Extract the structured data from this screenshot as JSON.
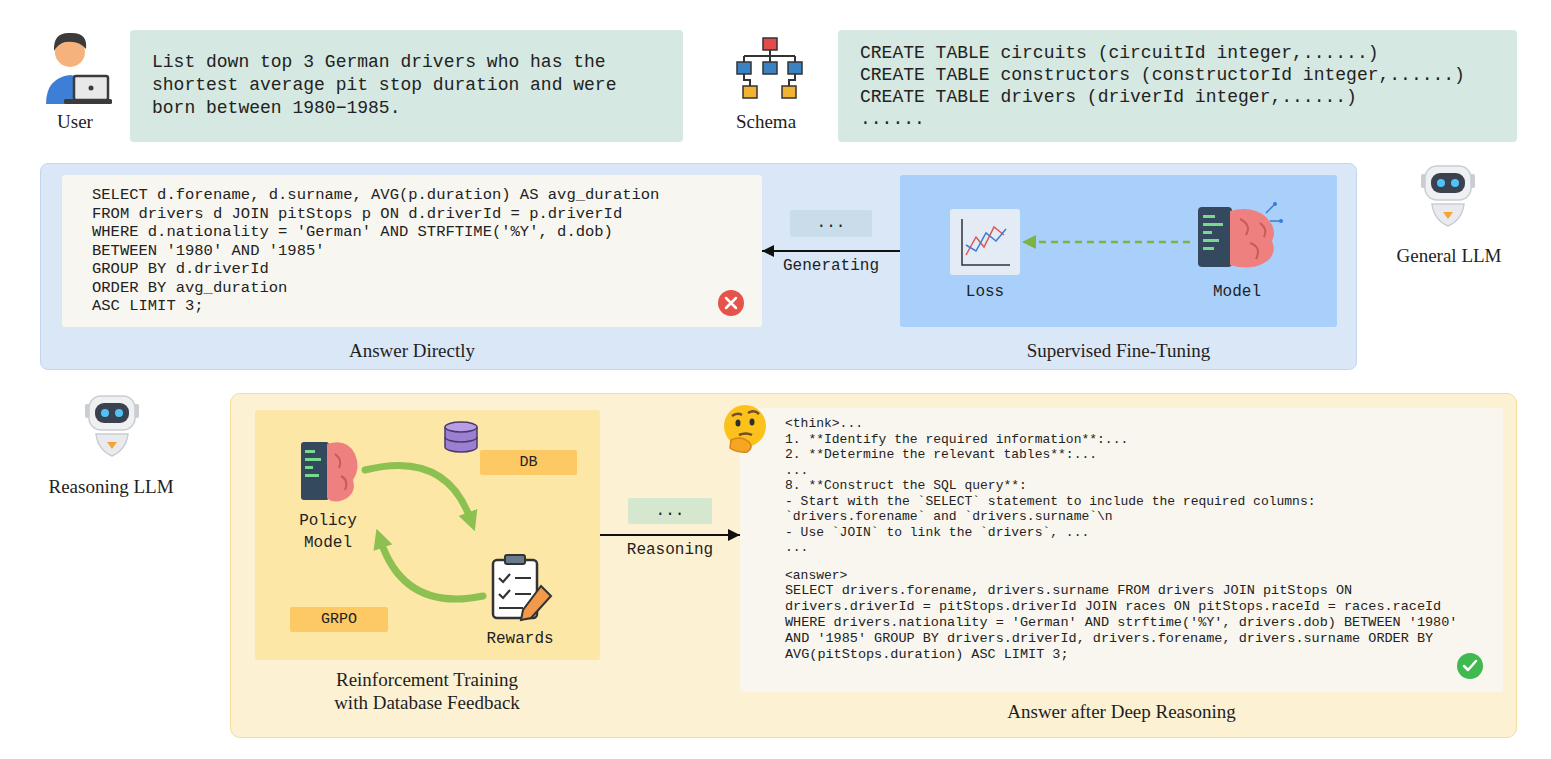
{
  "diagram": {
    "nodes": [
      {
        "text": [
          "List down top 3 German drivers who has the shortest average pit stop duration and were born between 1980−1985."
        ]
      },
      {
        "text": [
          "CREATE TABLE circuits (circuitId integer,......)",
          "CREATE TABLE constructors (constructorId integer,......)",
          "CREATE TABLE drivers (driverId integer,......)",
          "......"
        ]
      },
      {
        "text": [
          "General LLM"
        ]
      },
      {
        "text": [
          "SELECT d.forename, d.surname, AVG(p.duration) AS avg_duration",
          "FROM drivers d JOIN pitStops p ON d.driverId = p.driverId",
          "WHERE d.nationality = 'German' AND STRFTIME('%Y', d.dob)",
          "BETWEEN '1980' AND '1985'",
          "GROUP BY d.driverId",
          "ORDER BY avg_duration",
          "ASC LIMIT 3;",
          "Answer Directly"
        ],
        "in": 2
      },
      {
        "text": [
          "..."
        ],
        "in": 2
      },
      {
        "text": [
          "Loss",
          "Model",
          "Supervised Fine-Tuning"
        ],
        "in": 2
      },
      {
        "text": [
          "Reasoning LLM"
        ]
      },
      {
        "text": [
          "Policy Model",
          "Rewards",
          "Reinforcement Training with Database Feedback"
        ],
        "in": 6
      },
      {
        "text": [
          "DB"
        ],
        "in": 7
      },
      {
        "text": [
          "GRPO"
        ],
        "in": 7
      },
      {
        "text": [
          "..."
        ],
        "in": 6
      },
      {
        "text": [
          "<think>...",
          "1. **Identify the required information**:...",
          "2. **Determine the relevant tables**:...",
          "...",
          "8. **Construct the SQL query**:",
          "- Start with the `SELECT` statement to include the required columns:",
          "`drivers.forename` and `drivers.surname`\\n",
          "- Use `JOIN` to link the `drivers`, ...",
          "...",
          "<answer>",
          "SELECT drivers.forename, drivers.surname FROM drivers JOIN pitStops ON drivers.driverId = pitStops.driverId JOIN races ON pitStops.raceId = races.raceId WHERE drivers.nationality = 'German' AND strftime('%Y', drivers.dob) BETWEEN '1980' AND '1985' GROUP BY drivers.driverId, drivers.forename, drivers.surname ORDER BY AVG(pitStops.duration) ASC LIMIT 3;",
          "Answer after Deep Reasoning"
        ],
        "in": 6
      }
    ],
    "edges": [
      {
        "from": 5,
        "to": 3,
        "arrow": "to",
        "label": "Generating"
      },
      {
        "from": 7,
        "to": 11,
        "arrow": "to",
        "label": "Reasoning"
      }
    ],
    "labels": [
      "User",
      "Schema"
    ]
  }
}
